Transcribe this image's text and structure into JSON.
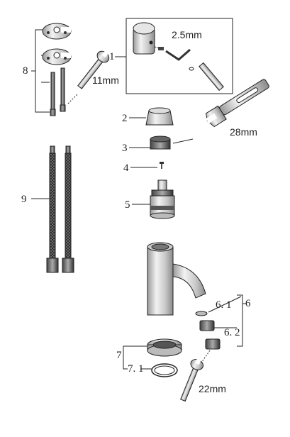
{
  "callouts": {
    "c1": "1",
    "c2": "2",
    "c3": "3",
    "c4": "4",
    "c5": "5",
    "c6": "6",
    "c6_1": "6. 1",
    "c6_2": "6. 2",
    "c7": "7",
    "c7_1": "7. 1",
    "c8": "8",
    "c9": "9"
  },
  "sizes": {
    "hex_key": "2.5mm",
    "wrench_mount": "11mm",
    "wrench_nut": "28mm",
    "wrench_aerator": "22mm"
  }
}
